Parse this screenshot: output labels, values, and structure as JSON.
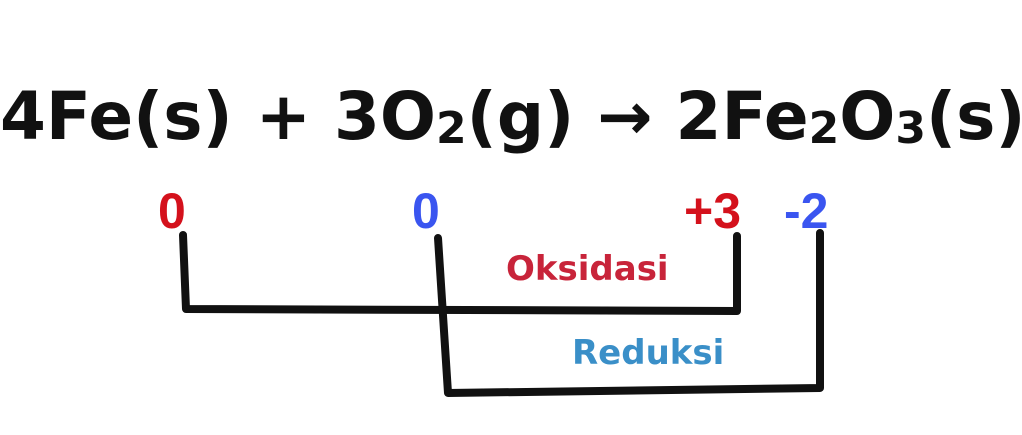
{
  "equation": {
    "reactant1": "4Fe(s)",
    "plus": "+",
    "reactant2_prefix": "3O",
    "reactant2_sub": "2",
    "reactant2_suffix": "(g)",
    "arrow": "→",
    "product_prefix": "2Fe",
    "product_sub1": "2",
    "product_mid": "O",
    "product_sub2": "3",
    "product_suffix": "(s)"
  },
  "oxidation_states": {
    "fe_reactant": "0",
    "o_reactant": "0",
    "fe_product": "+3",
    "o_product": "-2"
  },
  "labels": {
    "oxidation": "Oksidasi",
    "reduction": "Reduksi"
  },
  "colors": {
    "oxidation": "#d4111c",
    "reduction": "#3a55f0",
    "oxidation_label": "#c8243a",
    "reduction_label": "#3a8fc8",
    "lines": "#111111"
  }
}
